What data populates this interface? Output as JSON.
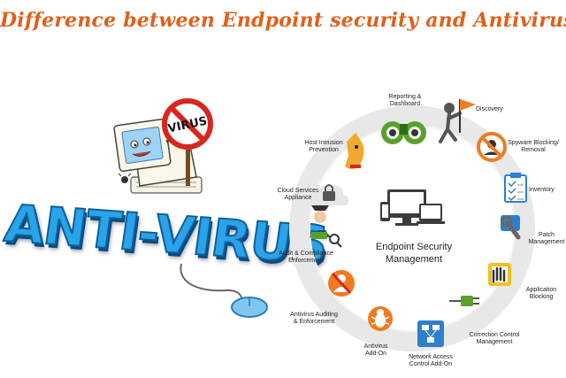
{
  "title": "Difference between Endpoint security and Antivirus?",
  "antivirus_graphic": {
    "big_text": "ANTI-VIRUS",
    "sign_text": "VIRUS"
  },
  "diagram": {
    "center_label": "Endpoint Security\nManagement",
    "items": [
      {
        "label": "Reporting &\nDashboard",
        "icon": "binoculars-icon"
      },
      {
        "label": "Discovery",
        "icon": "explorer-flag-icon"
      },
      {
        "label": "Spyware Blocking/\nRemoval",
        "icon": "no-spy-icon"
      },
      {
        "label": "Inventory",
        "icon": "clipboard-checklist-icon"
      },
      {
        "label": "Patch\nManagement",
        "icon": "patch-wrench-icon"
      },
      {
        "label": "Application\nBlocking",
        "icon": "hand-stop-icon"
      },
      {
        "label": "Correction Control\nManagement",
        "icon": "plug-icon"
      },
      {
        "label": "Network Access\nControl Add-On",
        "icon": "network-icon"
      },
      {
        "label": "Antivirus\nAdd-On",
        "icon": "antivirus-bug-icon"
      },
      {
        "label": "Antivirus Auditing\n& Enforcement",
        "icon": "guard-icon"
      },
      {
        "label": "Audit & Compliance\nEnforcement",
        "icon": "policeman-icon"
      },
      {
        "label": "Cloud Services\nAppliance",
        "icon": "cloud-lock-icon"
      },
      {
        "label": "Host Intrusion\nPrevention",
        "icon": "watchdog-icon"
      }
    ]
  },
  "colors": {
    "title": "#e0601a",
    "ring": "#e6e6e6",
    "antivirus_text": "#2aa3e8",
    "orange_badge": "#f07b1f",
    "blue_badge": "#2f7fcf",
    "green_badge": "#5aa12a"
  }
}
